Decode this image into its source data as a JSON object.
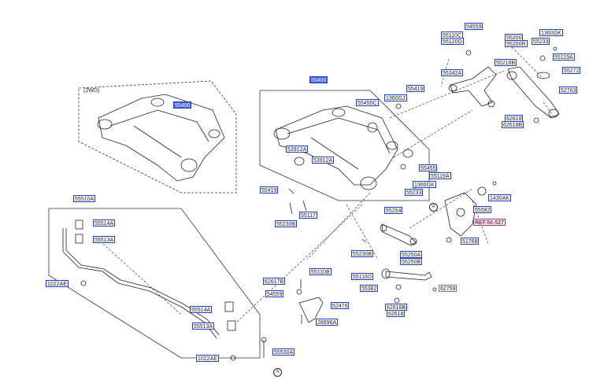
{
  "variant_note": "(2WD)",
  "callout_letter": "A",
  "ref_label": "REF.50-527",
  "labels": {
    "l55400_small": "55400",
    "l55400_main": "55400",
    "l55419_a": "55419",
    "l1360gj_a": "1360GJ",
    "l55455c": "55455C",
    "l53912a_a": "53912A",
    "l53912a_b": "53912A",
    "l55419_b": "55419",
    "l55117": "55117",
    "l55230b_a": "55230B",
    "l55230b_b": "55230B",
    "l55455": "55455",
    "l55119a_a": "55119A",
    "l1360gk_a": "1360GK",
    "l55233_a": "55233",
    "l55254": "55254",
    "l55250a": "55250A",
    "l55250b": "55250B",
    "l54559_a": "54559",
    "l55110c": "55110C",
    "l55120d": "55120D",
    "l55342a": "55342A",
    "l55200": "55200",
    "l55200r": "55200R",
    "l1360gk_b": "1360GK",
    "l55233_b": "55233",
    "l55119a_b": "55119A",
    "l55216b": "55216B",
    "l55272": "55272",
    "l52763": "52763",
    "l62618_a": "62618",
    "l62618b_a": "62618B",
    "l1430ak": "1430AK",
    "l55582": "55582",
    "l51768": "51768",
    "l55510a": "55510A",
    "l55514a_a": "55514A",
    "l55513a_a": "55513A",
    "l1022ae_a": "1022AE",
    "l55514a_b": "55514A",
    "l55513a_b": "55513A",
    "l1022ae_b": "1022AE",
    "l55530a": "55530A",
    "l62617b": "62617B",
    "l54559_b": "54559",
    "l55110b": "55110B",
    "l55116d": "55116D",
    "l55382": "55382",
    "l62759": "62759",
    "l62476": "62476",
    "l28696a": "28696A",
    "l62618b_b": "62618B",
    "l62618_b": "62618"
  }
}
